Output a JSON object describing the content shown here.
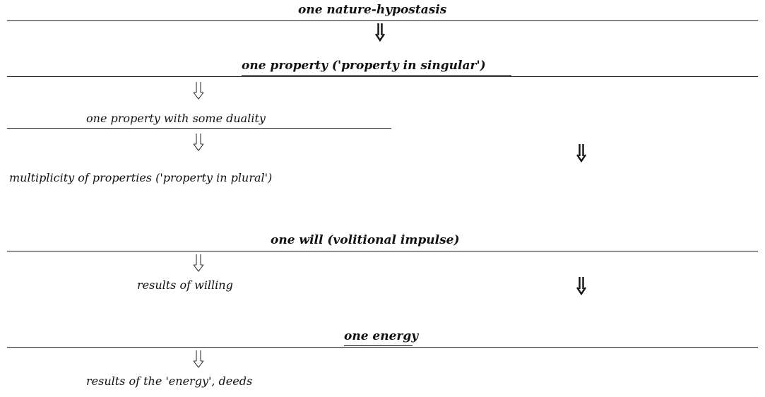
{
  "diagram": {
    "nodes": {
      "nature_hypostasis": "one nature-hypostasis",
      "one_property": "one property ('property in singular')",
      "property_duality": "one property with some duality",
      "multiplicity_properties": "multiplicity of properties ('property in plural')",
      "one_will": "one will (volitional impulse)",
      "results_willing": "results of willing",
      "one_energy": "one energy",
      "results_energy": "results of the 'energy', deeds"
    },
    "arrow_types": {
      "bold": "double-arrow-bold",
      "thin": "double-arrow-outline"
    },
    "colors": {
      "ink": "#111111",
      "background": "#ffffff"
    }
  }
}
